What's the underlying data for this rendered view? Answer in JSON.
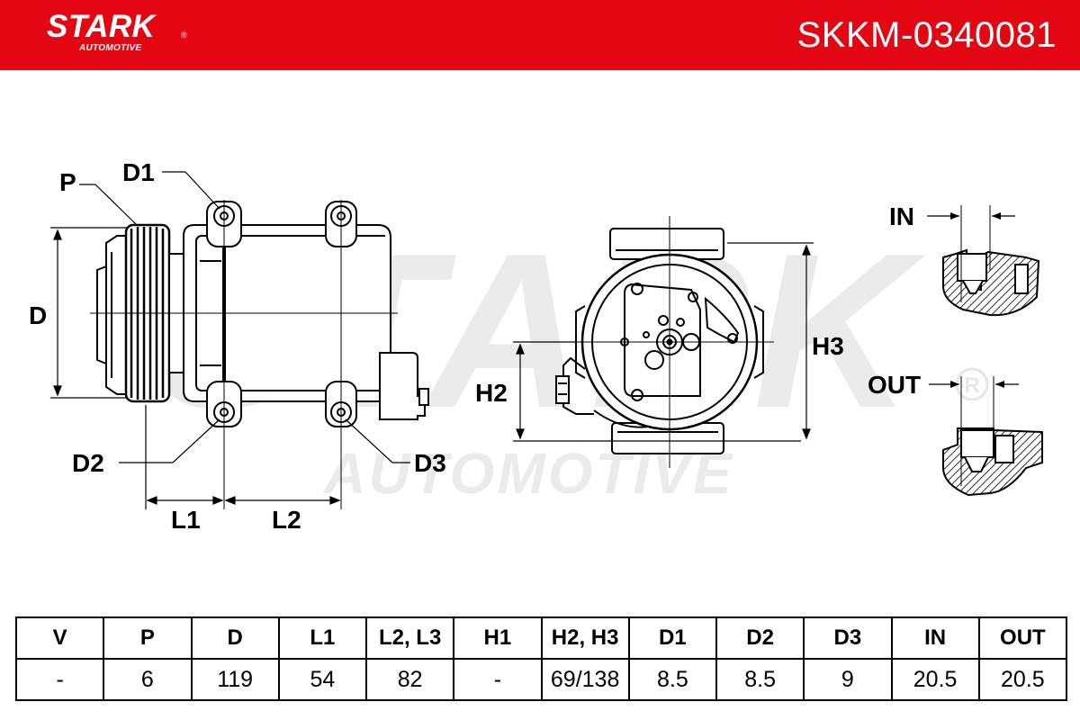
{
  "brand": {
    "name": "STARK",
    "registered": "®",
    "tagline": "AUTOMOTIVE",
    "watermark_name": "STARK",
    "watermark_tagline": "AUTOMOTIVE"
  },
  "part_number": "SKKM-0340081",
  "diagram": {
    "labels": {
      "p": "P",
      "d": "D",
      "d1": "D1",
      "d2": "D2",
      "d3": "D3",
      "l1": "L1",
      "l2": "L2",
      "h2": "H2",
      "h3": "H3",
      "in": "IN",
      "out": "OUT"
    }
  },
  "specs_table": {
    "headers": [
      "V",
      "P",
      "D",
      "L1",
      "L2, L3",
      "H1",
      "H2, H3",
      "D1",
      "D2",
      "D3",
      "IN",
      "OUT"
    ],
    "values": [
      "-",
      "6",
      "119",
      "54",
      "82",
      "-",
      "69/138",
      "8.5",
      "8.5",
      "9",
      "20.5",
      "20.5"
    ]
  },
  "colors": {
    "brand_red": "#e30613",
    "line": "#000000",
    "watermark": "#e6e6e6"
  }
}
